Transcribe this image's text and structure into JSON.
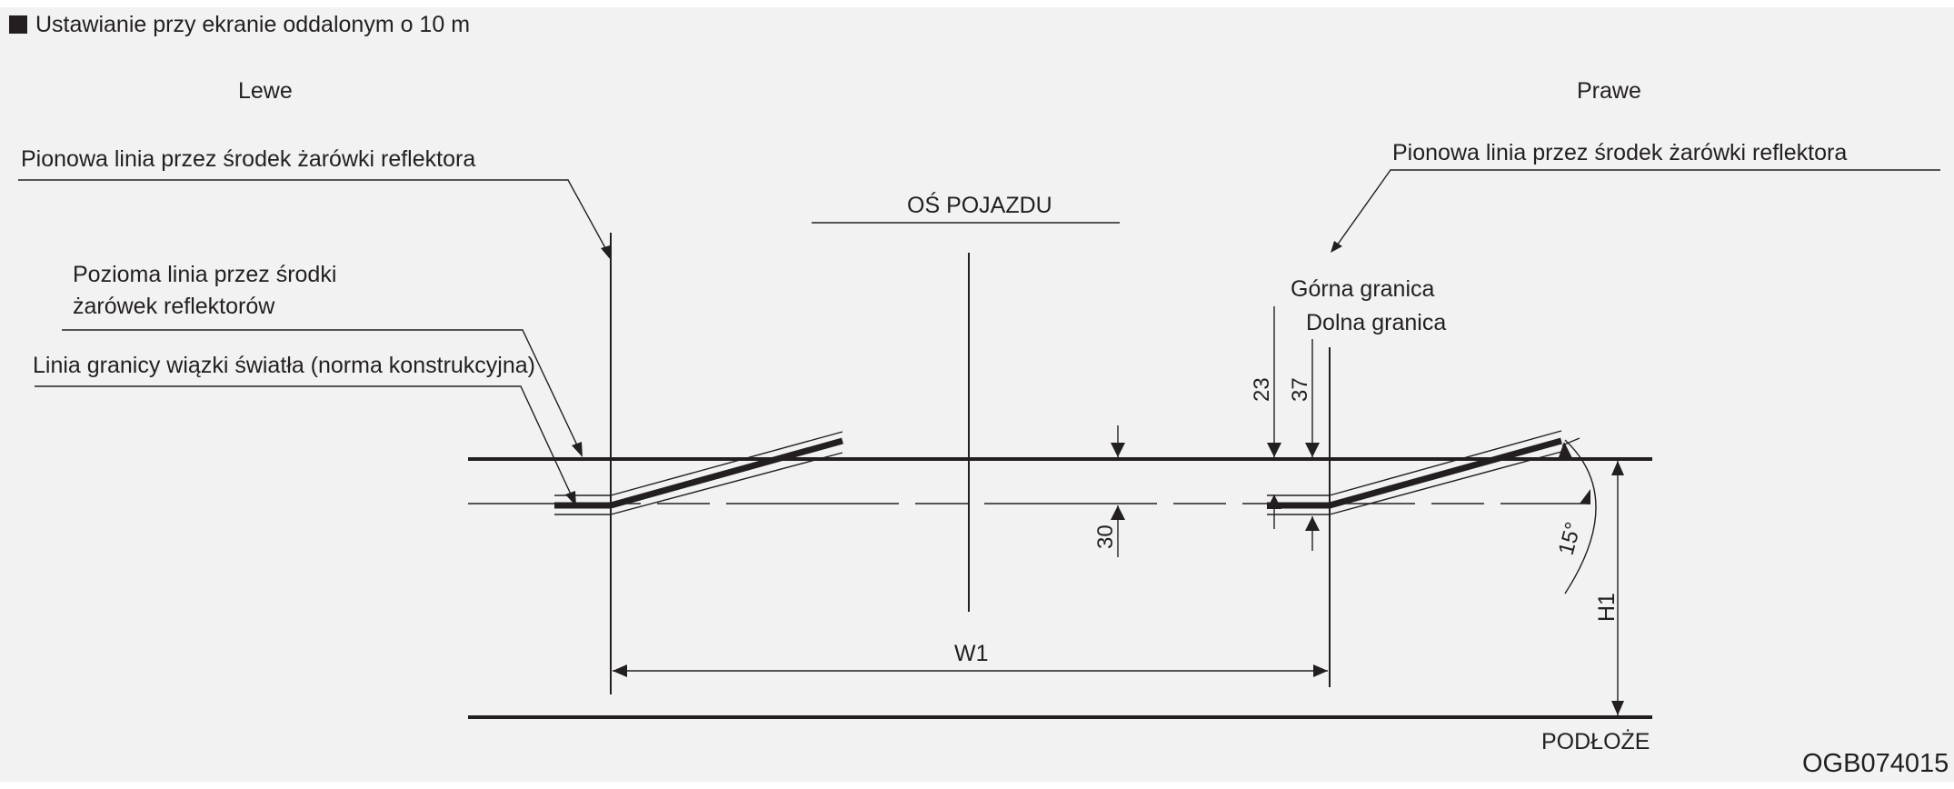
{
  "header": {
    "title": "Ustawianie przy ekranie oddalonym o 10 m",
    "bullet_color": "#231f20"
  },
  "labels": {
    "left_side": "Lewe",
    "right_side": "Prawe",
    "vertical_line_left": "Pionowa linia przez środek żarówki reflektora",
    "vertical_line_right": "Pionowa linia przez środek żarówki reflektora",
    "vehicle_axis": "OŚ POJAZDU",
    "horizontal_line": [
      "Pozioma linia przez środki",
      "żarówek reflektorów"
    ],
    "cutoff_line": "Linia granicy wiązki światła (norma konstrukcyjna)",
    "upper_limit": "Górna granica",
    "lower_limit": "Dolna granica",
    "ground": "PODŁOŻE",
    "image_code": "OGB074015"
  },
  "dimensions": {
    "d30": "30",
    "d23": "23",
    "d37": "37",
    "angle": "15°",
    "width": "W1",
    "height": "H1"
  },
  "colors": {
    "ink": "#231f20",
    "panel_background": "#f2f2f2"
  }
}
